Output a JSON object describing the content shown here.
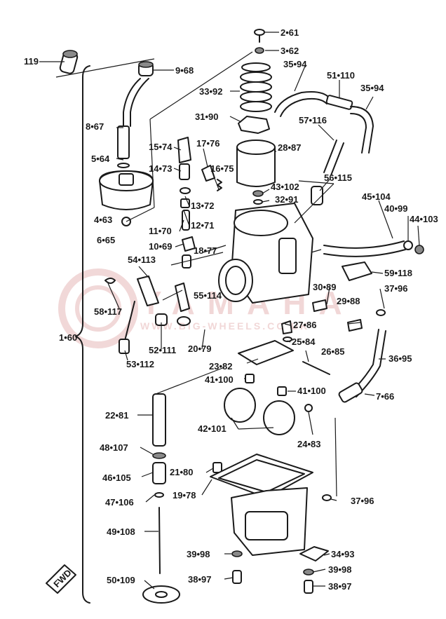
{
  "watermark": {
    "brand": "YAMAHA",
    "sub": "WWW.BIG-WHEELS.CO.UK"
  },
  "labels": [
    {
      "key": "119",
      "text": "119"
    },
    {
      "key": "2-61",
      "text": "2•61"
    },
    {
      "key": "3-62",
      "text": "3•62"
    },
    {
      "key": "9-68",
      "text": "9•68"
    },
    {
      "key": "35-94a",
      "text": "35•94"
    },
    {
      "key": "51-110",
      "text": "51•110"
    },
    {
      "key": "35-94b",
      "text": "35•94"
    },
    {
      "key": "33-92",
      "text": "33•92"
    },
    {
      "key": "8-67",
      "text": "8•67"
    },
    {
      "key": "31-90",
      "text": "31•90"
    },
    {
      "key": "57-116",
      "text": "57•116"
    },
    {
      "key": "15-74",
      "text": "15•74"
    },
    {
      "key": "17-76",
      "text": "17•76"
    },
    {
      "key": "28-87",
      "text": "28•87"
    },
    {
      "key": "5-64",
      "text": "5•64"
    },
    {
      "key": "14-73",
      "text": "14•73"
    },
    {
      "key": "16-75",
      "text": "16•75"
    },
    {
      "key": "56-115",
      "text": "56•115"
    },
    {
      "key": "43-102",
      "text": "43•102"
    },
    {
      "key": "32-91",
      "text": "32•91"
    },
    {
      "key": "45-104",
      "text": "45•104"
    },
    {
      "key": "13-72",
      "text": "13•72"
    },
    {
      "key": "40-99",
      "text": "40•99"
    },
    {
      "key": "4-63",
      "text": "4•63"
    },
    {
      "key": "44-103",
      "text": "44•103"
    },
    {
      "key": "12-71",
      "text": "12•71"
    },
    {
      "key": "6-65",
      "text": "6•65"
    },
    {
      "key": "11-70",
      "text": "11•70"
    },
    {
      "key": "10-69",
      "text": "10•69"
    },
    {
      "key": "18-77",
      "text": "18•77"
    },
    {
      "key": "54-113",
      "text": "54•113"
    },
    {
      "key": "59-118",
      "text": "59•118"
    },
    {
      "key": "30-89",
      "text": "30•89"
    },
    {
      "key": "37-96a",
      "text": "37•96"
    },
    {
      "key": "55-114",
      "text": "55•114"
    },
    {
      "key": "29-88",
      "text": "29•88"
    },
    {
      "key": "58-117",
      "text": "58•117"
    },
    {
      "key": "27-86",
      "text": "27•86"
    },
    {
      "key": "1-60",
      "text": "1•60"
    },
    {
      "key": "25-84",
      "text": "25•84"
    },
    {
      "key": "52-111",
      "text": "52•111"
    },
    {
      "key": "20-79",
      "text": "20•79"
    },
    {
      "key": "26-85",
      "text": "26•85"
    },
    {
      "key": "36-95",
      "text": "36•95"
    },
    {
      "key": "53-112",
      "text": "53•112"
    },
    {
      "key": "23-82",
      "text": "23•82"
    },
    {
      "key": "41-100a",
      "text": "41•100"
    },
    {
      "key": "41-100b",
      "text": "41•100"
    },
    {
      "key": "7-66",
      "text": "7•66"
    },
    {
      "key": "22-81",
      "text": "22•81"
    },
    {
      "key": "42-101",
      "text": "42•101"
    },
    {
      "key": "24-83",
      "text": "24•83"
    },
    {
      "key": "48-107",
      "text": "48•107"
    },
    {
      "key": "21-80",
      "text": "21•80"
    },
    {
      "key": "46-105",
      "text": "46•105"
    },
    {
      "key": "19-78",
      "text": "19•78"
    },
    {
      "key": "47-106",
      "text": "47•106"
    },
    {
      "key": "37-96b",
      "text": "37•96"
    },
    {
      "key": "49-108",
      "text": "49•108"
    },
    {
      "key": "34-93",
      "text": "34•93"
    },
    {
      "key": "39-98a",
      "text": "39•98"
    },
    {
      "key": "39-98b",
      "text": "39•98"
    },
    {
      "key": "38-97a",
      "text": "38•97"
    },
    {
      "key": "50-109",
      "text": "50•109"
    },
    {
      "key": "38-97b",
      "text": "38•97"
    }
  ],
  "fwd_badge": "FWD"
}
